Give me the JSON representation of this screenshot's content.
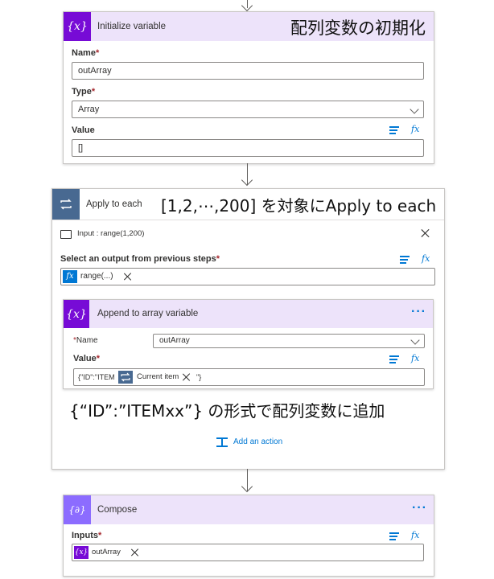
{
  "init_var": {
    "title": "Initialize variable",
    "icon": "variable-icon",
    "name_label": "Name",
    "name_value": "outArray",
    "type_label": "Type",
    "type_value": "Array",
    "value_label": "Value",
    "value_value": "[]",
    "annotation": "配列変数の初期化"
  },
  "apply_each": {
    "title": "Apply to each",
    "icon": "loop-icon",
    "annotation": "[1,2,⋯,200] を対象にApply to each",
    "input_summary": "Input : range(1,200)",
    "select_label": "Select an output from previous steps",
    "token_text": "range(...)",
    "token_icon_text": "fx",
    "add_action": "Add an action"
  },
  "append": {
    "title": "Append to array variable",
    "name_label": "Name",
    "name_value": "outArray",
    "value_label": "Value",
    "value_prefix": "{\"ID\":\"ITEM",
    "token_text": "Current item",
    "value_suffix": "\"}",
    "annotation": "{“ID”:”ITEMxx”} の形式で配列変数に追加"
  },
  "compose": {
    "title": "Compose",
    "inputs_label": "Inputs",
    "token_text": "outArray"
  },
  "colors": {
    "variable_purple": "#770bd6",
    "variable_header_bg": "#ede3fa",
    "loop_gray": "#486991",
    "link_blue": "#0078d4"
  }
}
